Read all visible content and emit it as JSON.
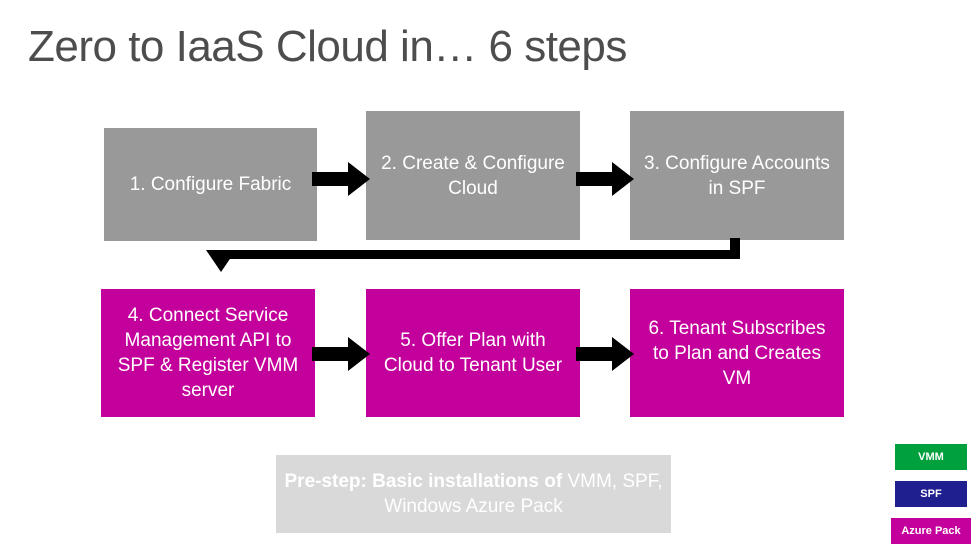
{
  "slide": {
    "title": "Zero to IaaS Cloud in… 6 steps",
    "steps": [
      {
        "id": "step1",
        "label": "1. Configure Fabric",
        "color": "#999999"
      },
      {
        "id": "step2",
        "label": "2. Create & Configure Cloud",
        "color": "#999999"
      },
      {
        "id": "step3",
        "label": "3. Configure Accounts in SPF",
        "color": "#999999"
      },
      {
        "id": "step4",
        "label": "4. Connect Service Management API to SPF & Register VMM server",
        "color": "#c3009b"
      },
      {
        "id": "step5",
        "label": "5. Offer Plan with Cloud to Tenant User",
        "color": "#c3009b"
      },
      {
        "id": "step6",
        "label": "6. Tenant Subscribes to Plan and Creates VM",
        "color": "#c3009b"
      }
    ],
    "prestep": {
      "bold_text": "Pre-step: Basic installations of",
      "normal_text": "VMM, SPF, Windows Azure Pack",
      "color": "#d9d9d9"
    },
    "legend": [
      {
        "label": "VMM",
        "color": "#00a03c"
      },
      {
        "label": "SPF",
        "color": "#1f1f8f"
      },
      {
        "label": "Azure Pack",
        "color": "#c3009b"
      }
    ],
    "arrows": {
      "glyph": "arrow-right-thick",
      "color": "#000000"
    }
  }
}
